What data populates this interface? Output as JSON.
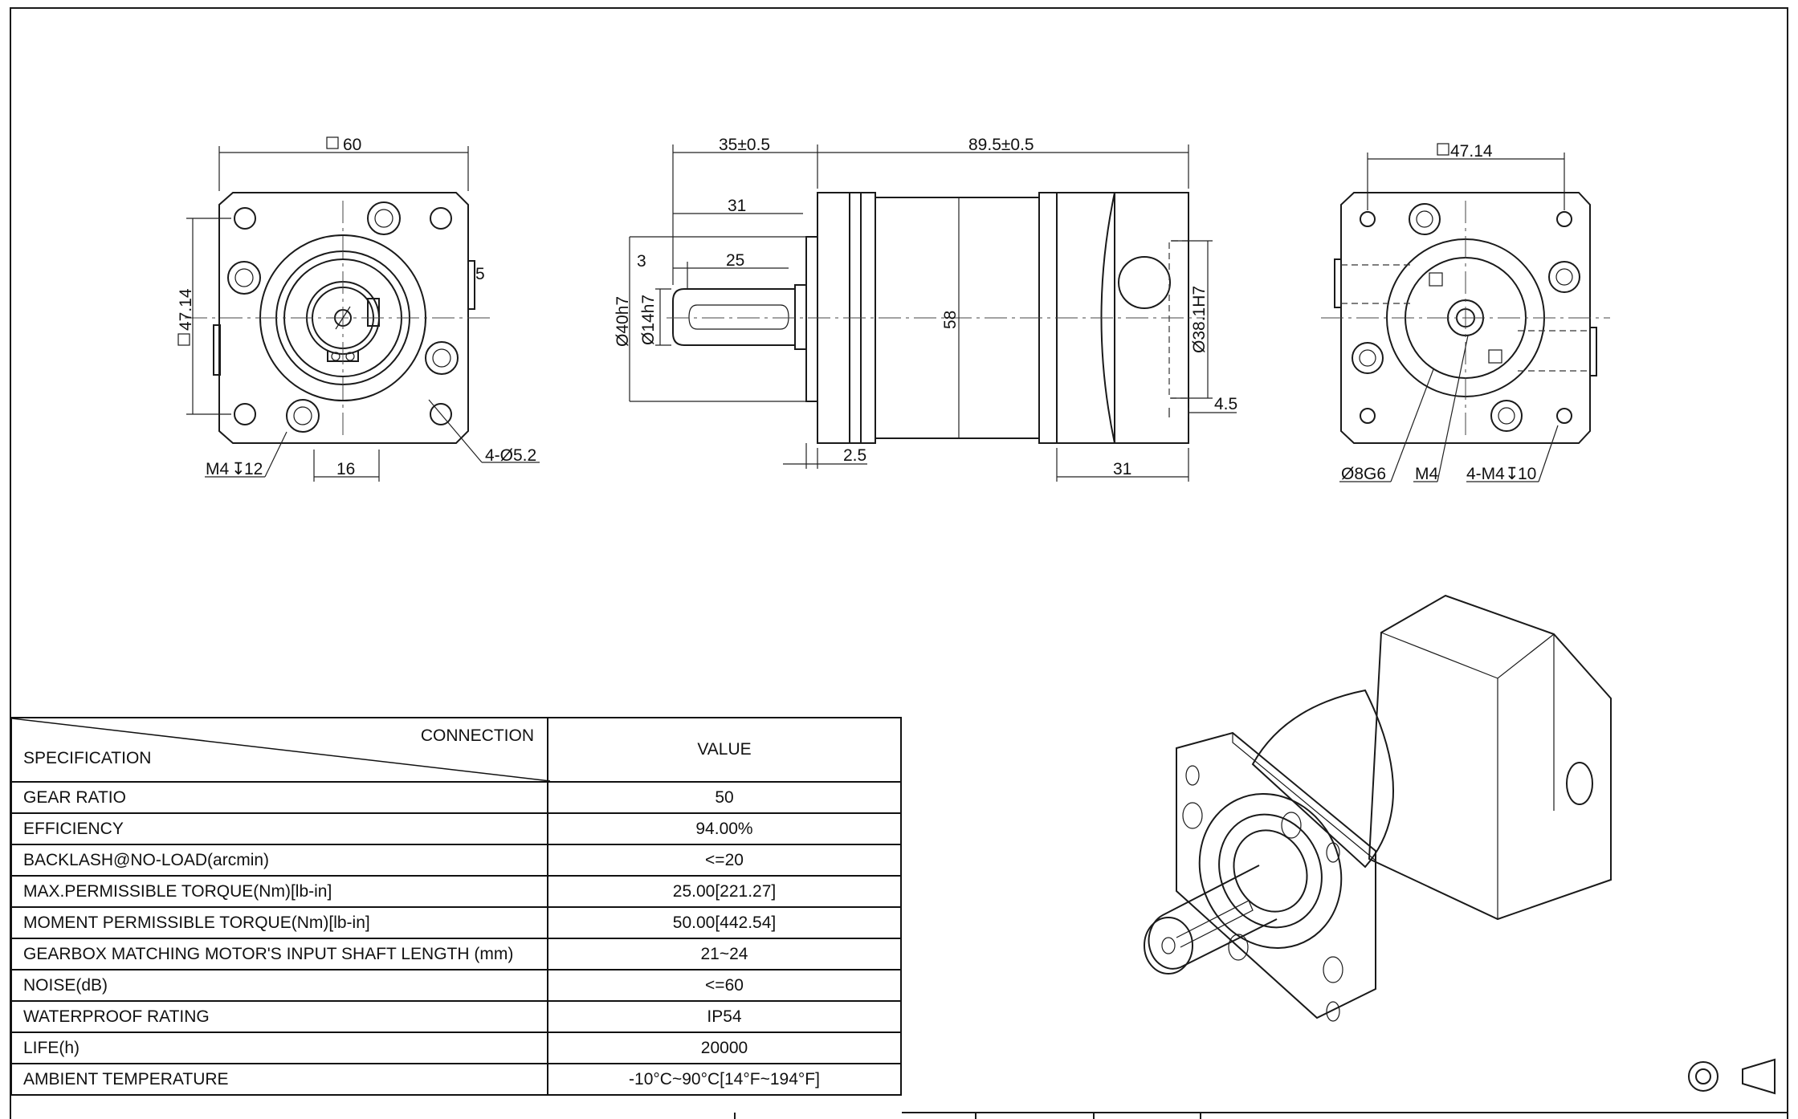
{
  "front_view": {
    "dims": {
      "width": "60",
      "height": "47.14",
      "key_offset": "5",
      "tap": "M4",
      "tap_depth": "12",
      "center_distance": "16",
      "holes": "4-Ø5.2"
    }
  },
  "side_view": {
    "dims": {
      "shaft_length": "35±0.5",
      "body_length": "89.5±0.5",
      "shaft_to_body": "31",
      "shoulder": "3",
      "key_length": "25",
      "pilot": "Ø40h7",
      "shaft_dia": "Ø14h7",
      "body_dia": "58",
      "input_bore": "Ø38.1H7",
      "input_depth": "4.5",
      "flange": "2.5",
      "input_length": "31"
    }
  },
  "rear_view": {
    "dims": {
      "width": "47.14",
      "bore": "Ø8G6",
      "clamp": "M4",
      "mount": "4-M4",
      "mount_depth": "10"
    }
  },
  "spec_table": {
    "header_connection": "CONNECTION",
    "header_specification": "SPECIFICATION",
    "header_value": "VALUE",
    "rows": [
      {
        "label": "GEAR RATIO",
        "value": "50"
      },
      {
        "label": "EFFICIENCY",
        "value": "94.00%"
      },
      {
        "label": "BACKLASH@NO-LOAD(arcmin)",
        "value": "<=20"
      },
      {
        "label": "MAX.PERMISSIBLE TORQUE(Nm)[lb-in]",
        "value": "25.00[221.27]"
      },
      {
        "label": "MOMENT PERMISSIBLE TORQUE(Nm)[lb-in]",
        "value": "50.00[442.54]"
      },
      {
        "label": "GEARBOX MATCHING MOTOR'S INPUT SHAFT LENGTH (mm)",
        "value": "21~24"
      },
      {
        "label": "NOISE(dB)",
        "value": "<=60"
      },
      {
        "label": "WATERPROOF RATING",
        "value": "IP54"
      },
      {
        "label": "LIFE(h)",
        "value": "20000"
      },
      {
        "label": "AMBIENT TEMPERATURE",
        "value": "-10°C~90°C[14°F~194°F]"
      }
    ]
  },
  "projection_symbol": "first-angle-projection-icon"
}
